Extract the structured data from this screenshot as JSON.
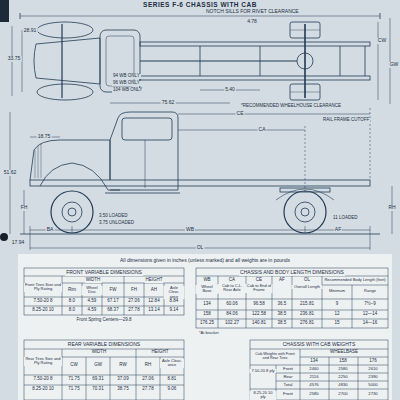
{
  "diagram": {
    "title": "SERIES F-6 CHASSIS WITH CAB",
    "labels": [
      "NOTCH SILLS FOR RIVET CLEARANCE",
      "4.78",
      "28.91",
      "33.75",
      "94 WB ONLY",
      "96 WB ONLY",
      "104 WB ONLY",
      "75.62",
      "5.40",
      "CW",
      "GW",
      "*RECOMMENDED WHEELHOUSE CLEARANCE",
      "RAIL FRAME CUTOFF",
      "CE",
      "CA",
      "18.75",
      "51.62",
      "FH",
      "3.50 LOADED",
      "3.75 UNLOADED",
      "11 LOADED",
      "RH",
      "17.94",
      "BA",
      "WB",
      "AF",
      "OL",
      "All dimensions given in inches (unless marked) and all weights are in pounds",
      "FRONT VARIABLE DIMENSIONS",
      "WIDTH",
      "HEIGHT",
      "Front Tires Size and Ply Rating",
      "Rim",
      "Wheel Disc",
      "FW",
      "FH",
      "AH",
      "Axle Clear-ance",
      "7.50-20 8",
      "8.0",
      "4.59",
      "67.17",
      "27.06",
      "12.84",
      "8.84",
      "8.25-20 10",
      "8.0",
      "4.59",
      "68.37",
      "27.78",
      "13.14",
      "9.14",
      "Front Spring Centers—29.8",
      "CHASSIS AND BODY LENGTH DIMENSIONS",
      "WB",
      "CA",
      "CE",
      "AF",
      "OL",
      "Recommended Body Length (feet)",
      "Wheel Base",
      "Cab to C.L. Rear Axle",
      "Cab to End of Frame",
      "Overall Length",
      "Minimum",
      "Range",
      "134",
      "60.06",
      "96.58",
      "36.5",
      "215.81",
      "9",
      "7½–9",
      "158",
      "84.06",
      "122.58",
      "38.5",
      "236.81",
      "12",
      "12—14",
      "176.25",
      "102.27",
      "140.81",
      "38.5",
      "276.81",
      "15",
      "14—16",
      "*At bracket",
      "REAR VARIABLE DIMENSIONS",
      "WIDTH",
      "HEIGHT",
      "Rear Tires Size and Ply Rating",
      "CW",
      "GW",
      "RW",
      "RH",
      "Axle Clear-ance",
      "7.50-20 8",
      "71.75",
      "69.31",
      "37.09",
      "27.06",
      "8.81",
      "8.25-20 10",
      "71.75",
      "70.31",
      "38.75",
      "27.78",
      "9.06",
      "CHASSIS WITH CAB WEIGHTS",
      "Cab Weights with Front and Rear Tires",
      "WHEELBASE",
      "134",
      "158",
      "176",
      "7.50-20 8 ply",
      "Front",
      "2460",
      "2580",
      "2610",
      "Rear",
      "2116",
      "2250",
      "2390",
      "Total",
      "4576",
      "4830",
      "5000",
      "8.25-20 10 ply",
      "Front",
      "2580",
      "2700",
      "2730"
    ]
  }
}
